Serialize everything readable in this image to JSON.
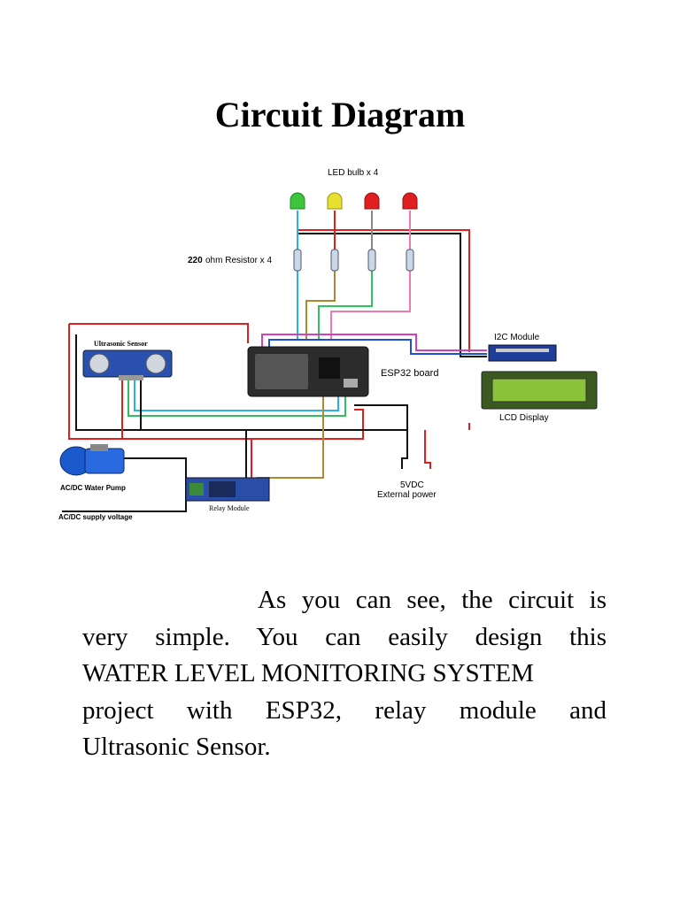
{
  "document": {
    "title": "Circuit Diagram",
    "paragraph_lines": [
      "As you can see, the circuit is",
      "very simple. You can easily design this",
      "WATER LEVEL MONITORING SYSTEM",
      "project with ESP32, relay module and",
      "Ultrasonic Sensor."
    ]
  },
  "diagram": {
    "labels": {
      "led": "LED bulb x 4",
      "resistor_value": "220",
      "resistor_text": "ohm Resistor x 4",
      "ultrasonic": "Ultrasonic Sensor",
      "i2c": "I2C Module",
      "esp32": "ESP32 board",
      "lcd": "LCD Display",
      "pump": "AC/DC Water Pump",
      "relay": "Relay Module",
      "supply": "AC/DC supply voltage",
      "power_line1": "5VDC",
      "power_line2": "External power"
    },
    "led_colors": [
      "#3cc43c",
      "#e8e030",
      "#e02020",
      "#e02020"
    ],
    "wire_colors": {
      "red": "#e02020",
      "black": "#111111",
      "cyan": "#28b4e0",
      "magenta": "#d040c0",
      "pink": "#f07ab0",
      "green": "#30c060",
      "brown": "#b08830",
      "blue": "#2050d0"
    }
  }
}
